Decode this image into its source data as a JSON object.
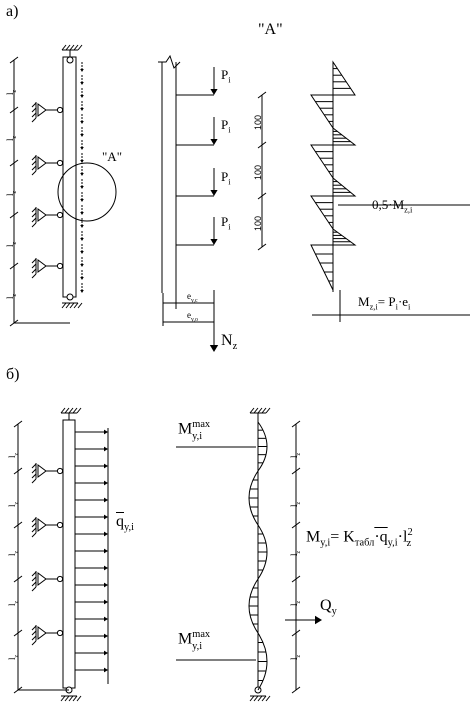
{
  "part_a": {
    "label": "а)",
    "detail_title": "\"A\"",
    "callout": "\"A\"",
    "lz": "l",
    "lz_sub": "z",
    "forces": [
      "P",
      "P",
      "P",
      "P"
    ],
    "force_sub": "i",
    "spacing": [
      "100",
      "100",
      "100"
    ],
    "ey_c": "e",
    "ey_c_sub": "y,c",
    "ey_o": "e",
    "ey_o_sub": "y,o",
    "nz": "N",
    "nz_sub": "z",
    "half_moment": "0,5·M",
    "half_moment_sub": "z,i",
    "moment_formula_lhs": "M",
    "moment_formula_lhs_sub": "z,i",
    "moment_formula_rhs": "= P",
    "moment_formula_rhs_sub": "i",
    "moment_formula_e": "·e",
    "moment_formula_e_sub": "i"
  },
  "part_b": {
    "label": "б)",
    "load": "q",
    "load_sub": "y,i",
    "mmax_top": "M",
    "mmax_sup": "max",
    "mmax_sub": "y,i",
    "mmax_bottom": "M",
    "qy": "Q",
    "qy_sub": "y",
    "formula_lhs": "M",
    "formula_lhs_sub": "y,i",
    "formula_k": "= K",
    "formula_k_sub": "табл",
    "formula_q": "·q",
    "formula_q_sub": "y,i",
    "formula_l": "·l",
    "formula_l_sup": "2",
    "formula_l_sub": "z"
  }
}
